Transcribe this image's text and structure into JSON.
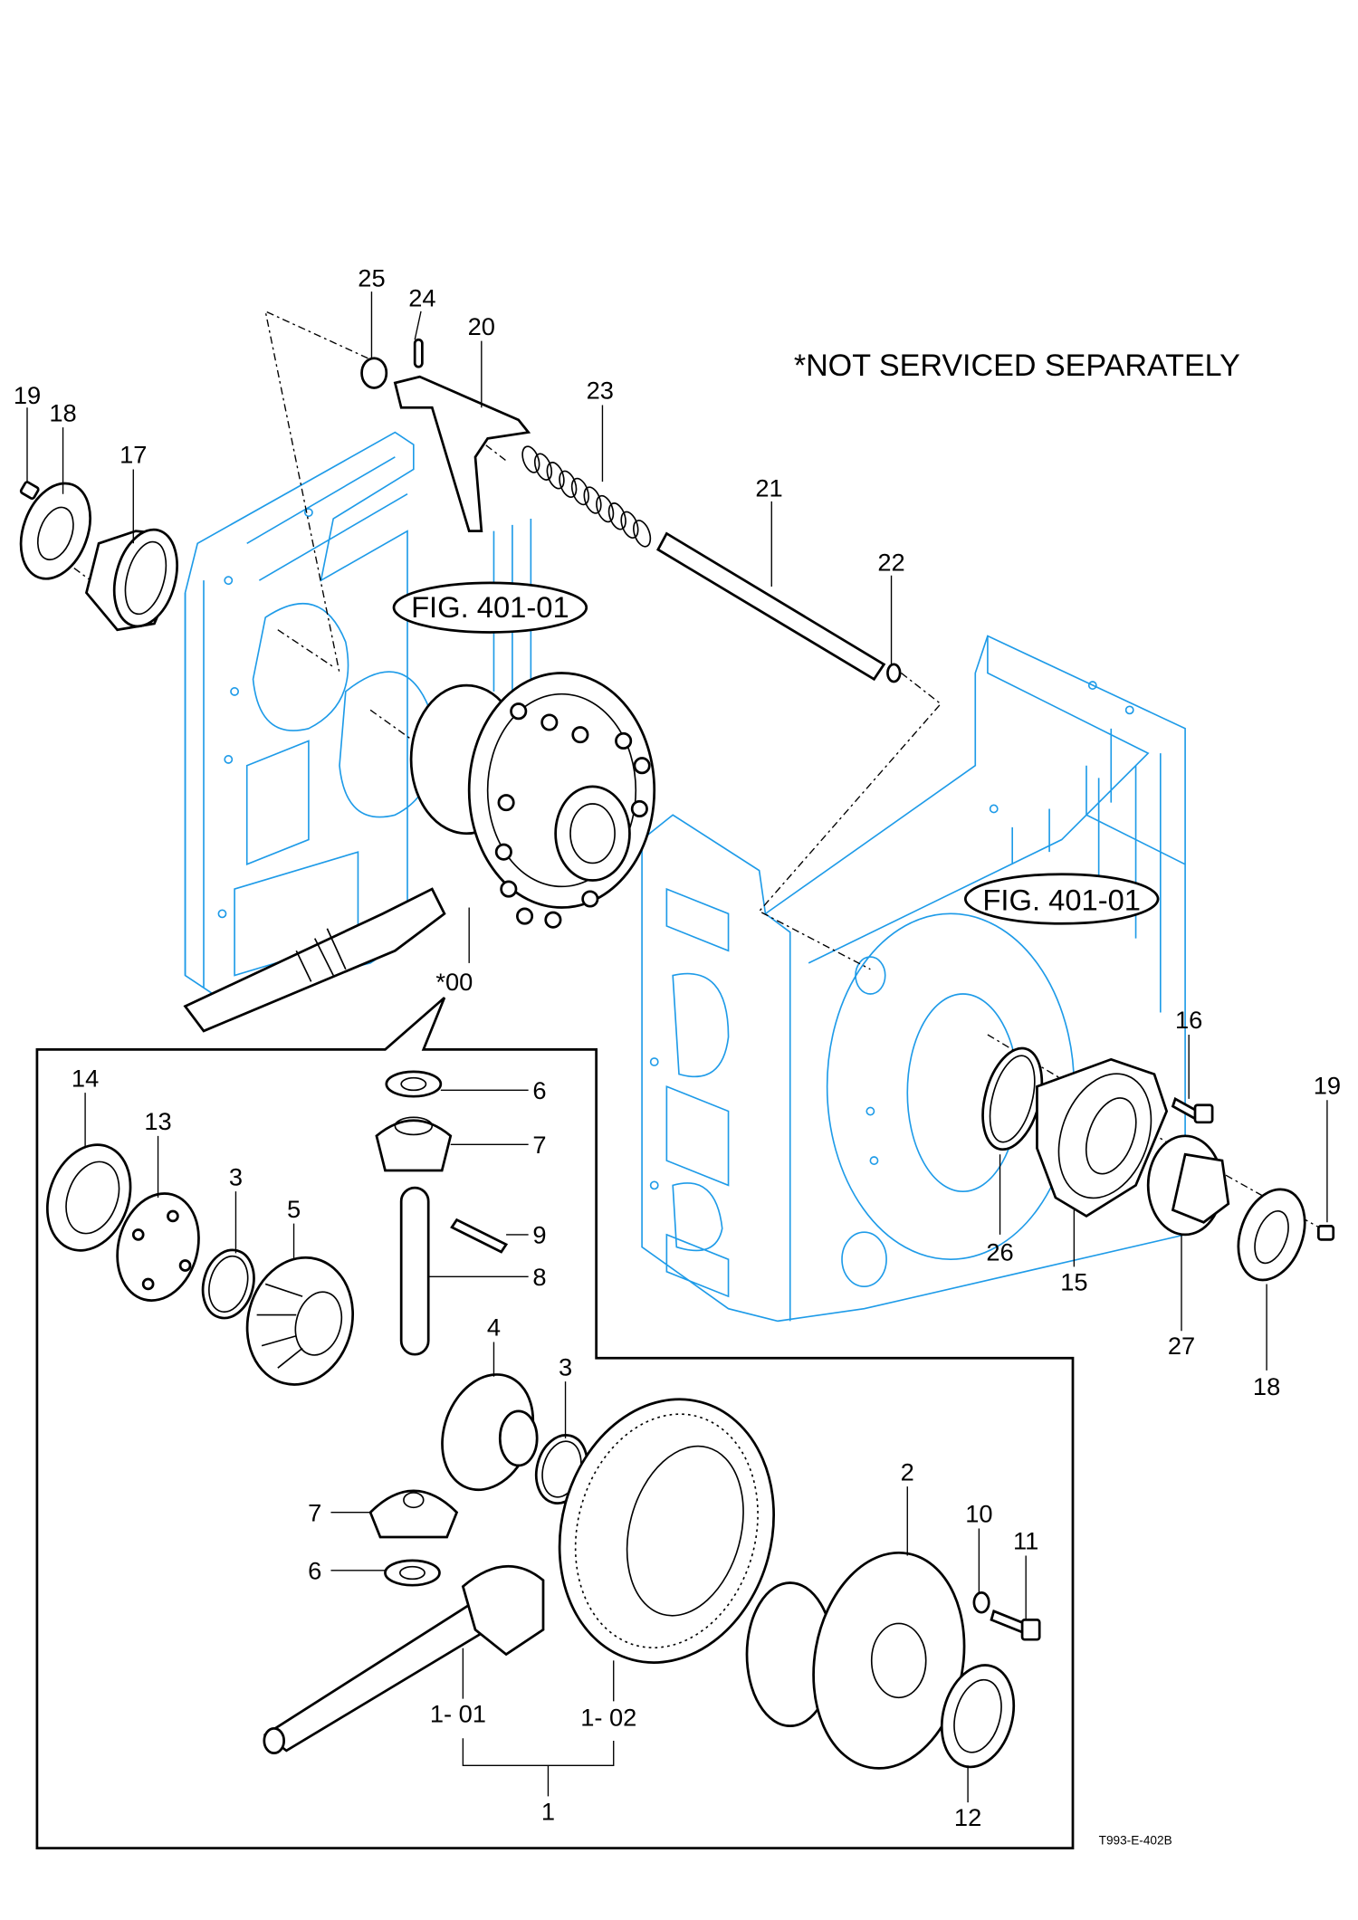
{
  "note": "*NOT SERVICED SEPARATELY",
  "fig_refs": [
    "FIG. 401-01",
    "FIG. 401-01"
  ],
  "drawing_code": "T993-E-402B",
  "colors": {
    "housing": "#1e9be8",
    "parts": "#000000"
  },
  "labels": {
    "p25": "25",
    "p24": "24",
    "p20": "20",
    "p23": "23",
    "p21": "21",
    "p22": "22",
    "p19a": "19",
    "p18a": "18",
    "p17": "17",
    "p00": "*00",
    "p16": "16",
    "p19b": "19",
    "p26": "26",
    "p15": "15",
    "p27": "27",
    "p18b": "18",
    "p14": "14",
    "p13": "13",
    "p3a": "3",
    "p5": "5",
    "p6a": "6",
    "p7a": "7",
    "p9": "9",
    "p8": "8",
    "p4": "4",
    "p3b": "3",
    "p7b": "7",
    "p6b": "6",
    "p2": "2",
    "p10": "10",
    "p11": "11",
    "p101": "1- 01",
    "p102": "1- 02",
    "p1": "1",
    "p12": "12"
  }
}
